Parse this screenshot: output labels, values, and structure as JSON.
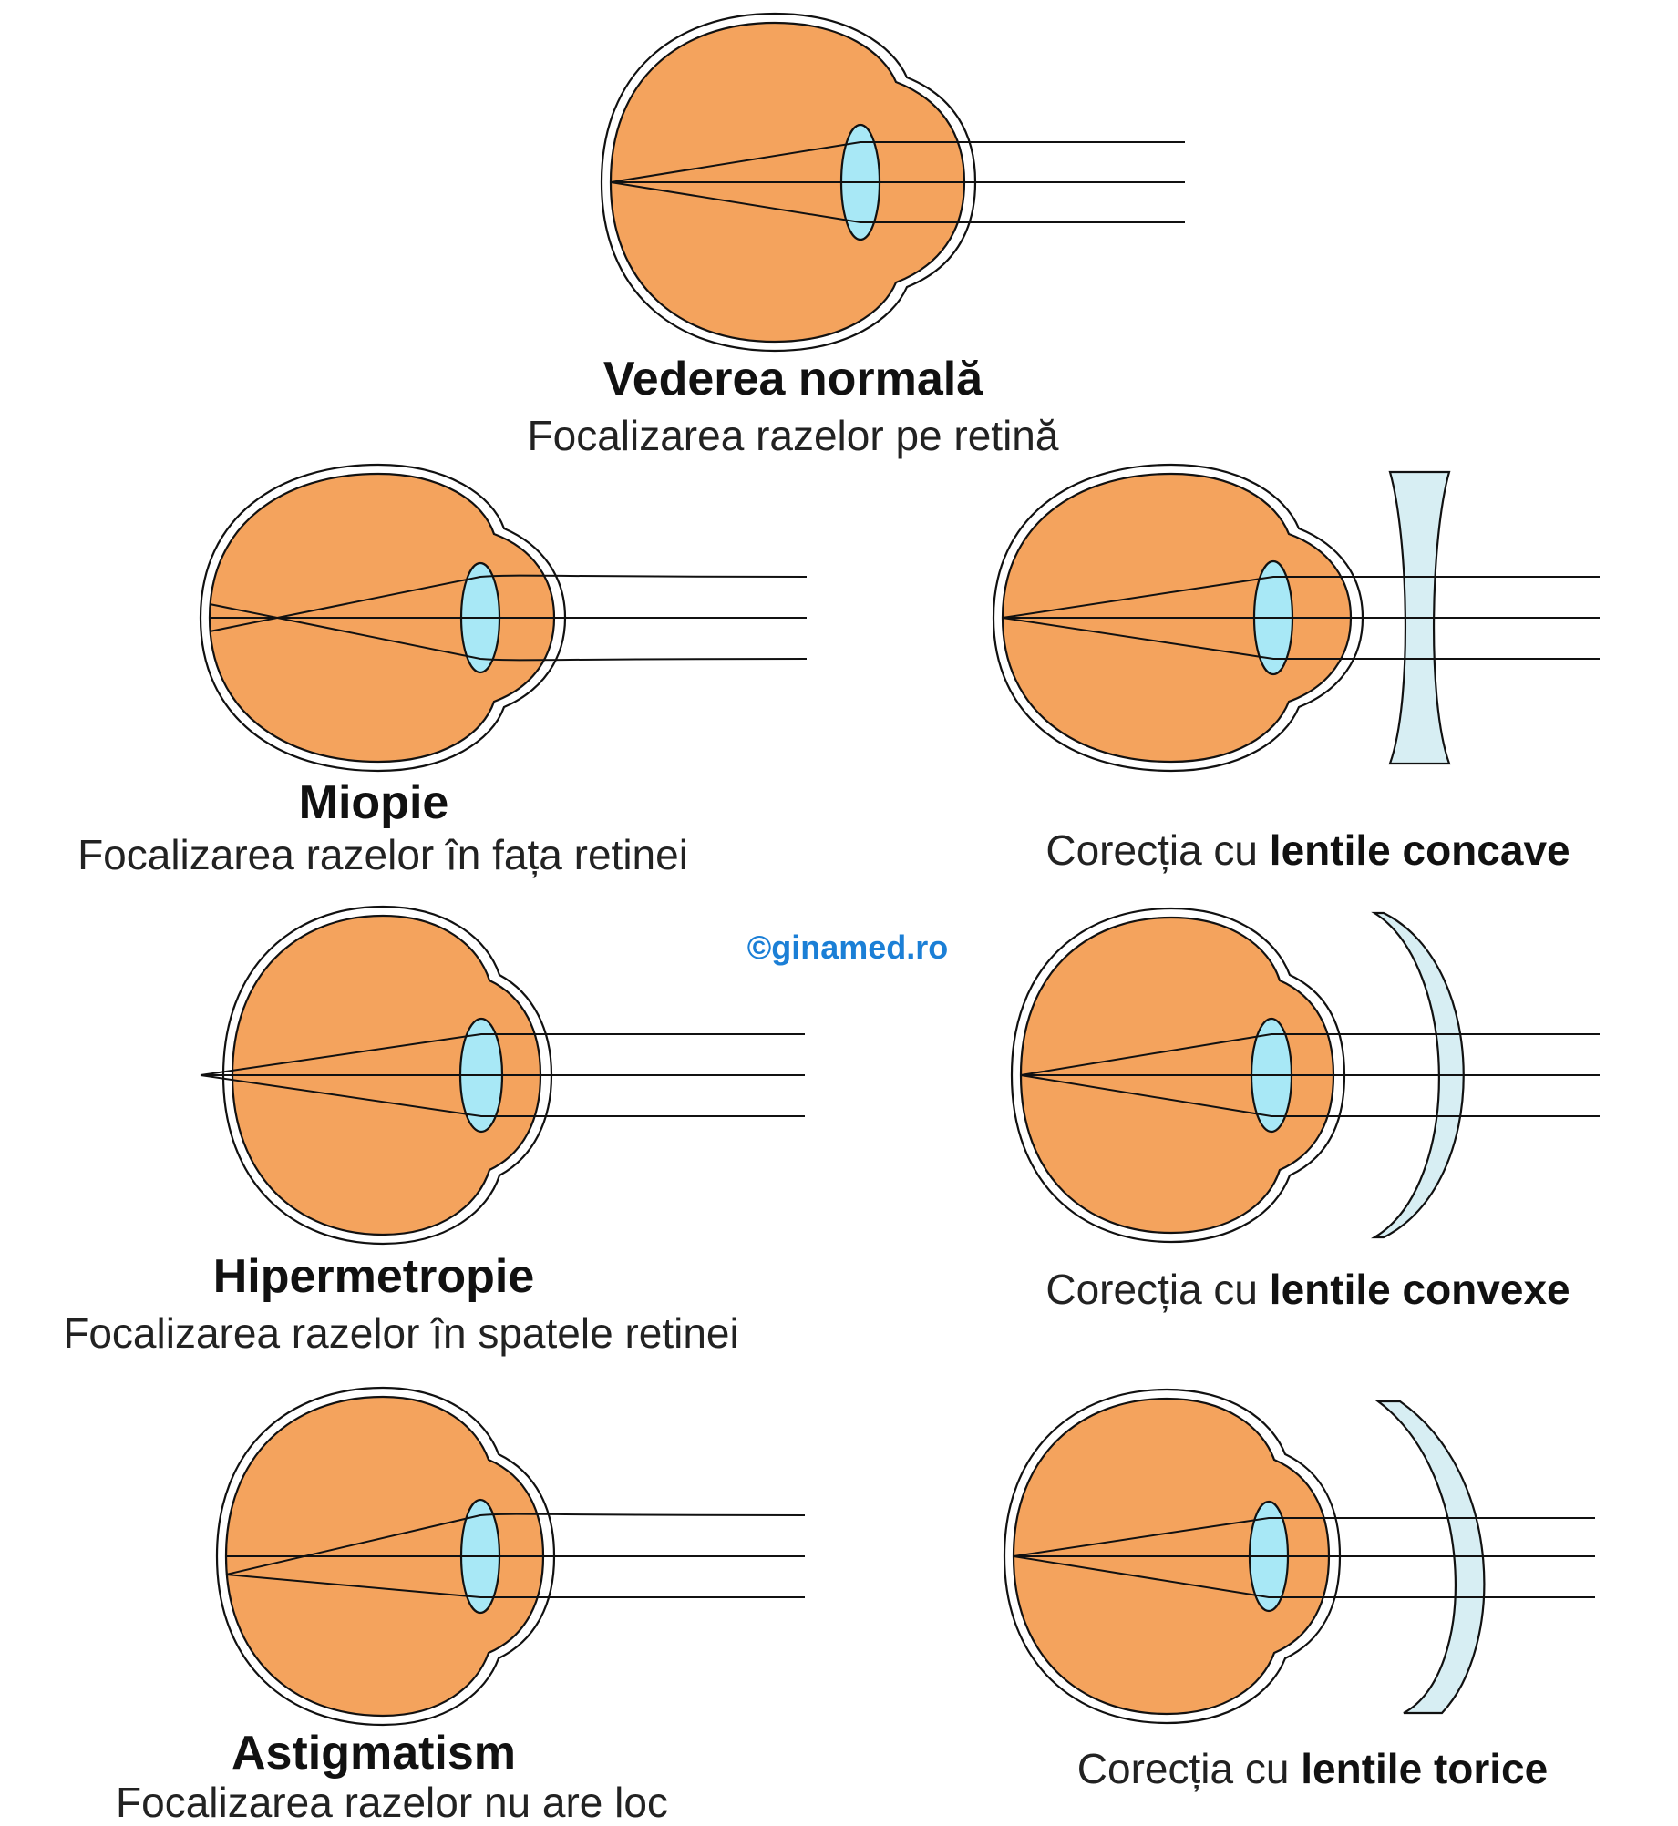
{
  "colors": {
    "eye_body": "#f4a35d",
    "lens": "#a8e8f6",
    "corrective_lens": "#d7eef3",
    "watermark": "#1b7fd6"
  },
  "watermark": "©ginamed.ro",
  "sections": {
    "normal": {
      "title": "Vederea normală",
      "subtitle": "Focalizarea razelor pe retină"
    },
    "myopia": {
      "title": "Miopie",
      "subtitle": "Focalizarea razelor în fața retinei",
      "correction_prefix": "Corecția cu",
      "correction_lens": "lentile concave"
    },
    "hyperopia": {
      "title": "Hipermetropie",
      "subtitle": "Focalizarea razelor în spatele retinei",
      "correction_prefix": "Corecția cu",
      "correction_lens": "lentile convexe"
    },
    "astigmatism": {
      "title": "Astigmatism",
      "subtitle": "Focalizarea razelor nu are loc",
      "correction_prefix": "Corecția cu",
      "correction_lens": "lentile torice"
    }
  }
}
